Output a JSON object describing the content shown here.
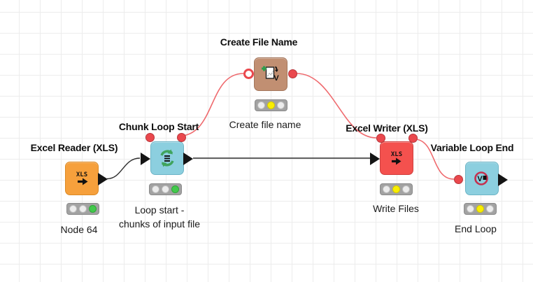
{
  "workflow": {
    "nodes": [
      {
        "id": "excel-reader-xls",
        "title": "Excel Reader (XLS)",
        "annotation": "Node 64",
        "category": "reader",
        "color": "#f6a03c",
        "traffic_light": "green",
        "icon": "xls-file-arrow-icon",
        "icon_text": "XLS"
      },
      {
        "id": "chunk-loop-start",
        "title": "Chunk Loop Start",
        "annotation_lines": [
          "Loop start -",
          "chunks of input file"
        ],
        "category": "loop-start",
        "color": "#8ccfdf",
        "traffic_light": "green",
        "icon": "loop-arrows-icon"
      },
      {
        "id": "create-file-name",
        "title": "Create File Name",
        "annotation": "Create file name",
        "category": "variable-manipulator",
        "color": "#c18f72",
        "traffic_light": "yellow",
        "icon": "document-plus-variable-icon",
        "icon_text": "V"
      },
      {
        "id": "excel-writer-xls",
        "title": "Excel Writer (XLS)",
        "annotation": "Write Files",
        "category": "writer",
        "color": "#f4514e",
        "traffic_light": "yellow",
        "icon": "xls-file-arrow-icon",
        "icon_text": "XLS"
      },
      {
        "id": "variable-loop-end",
        "title": "Variable Loop End",
        "annotation": "End Loop",
        "category": "loop-end",
        "color": "#8ccfdf",
        "traffic_light": "yellow",
        "icon": "variable-loop-icon",
        "icon_text": "V"
      }
    ],
    "connections": [
      {
        "from": "excel-reader-xls",
        "to": "chunk-loop-start",
        "type": "data"
      },
      {
        "from": "chunk-loop-start",
        "to": "excel-writer-xls",
        "type": "data"
      },
      {
        "from": "chunk-loop-start",
        "to": "create-file-name",
        "type": "flow-variable"
      },
      {
        "from": "create-file-name",
        "to": "excel-writer-xls",
        "type": "flow-variable"
      },
      {
        "from": "excel-writer-xls",
        "to": "variable-loop-end",
        "type": "flow-variable"
      }
    ],
    "colors": {
      "wire_data": "#2e2e2e",
      "wire_flow_variable": "#ef6a6e",
      "port_flow_variable": "#ea484d",
      "status_green": "#43c94c",
      "status_yellow": "#f9ee00",
      "canvas_grid": "#ececec"
    }
  }
}
